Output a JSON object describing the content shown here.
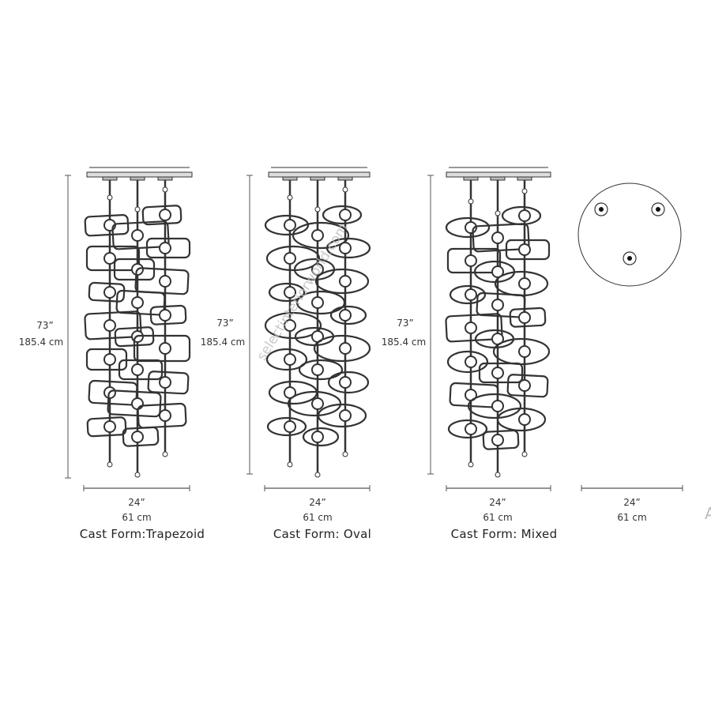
{
  "fixtures": [
    {
      "height_in": "73”",
      "height_cm": "185.4 cm",
      "width_in": "24”",
      "width_cm": "61 cm",
      "caption": "Cast Form:Trapezoid",
      "shape": "rect"
    },
    {
      "height_in": "73”",
      "height_cm": "185.4 cm",
      "width_in": "24”",
      "width_cm": "61 cm",
      "caption": "Cast Form: Oval",
      "shape": "oval"
    },
    {
      "height_in": "73”",
      "height_cm": "185.4 cm",
      "width_in": "24”",
      "width_cm": "61 cm",
      "caption": "Cast Form: Mixed",
      "shape": "mixed"
    }
  ],
  "canopy": {
    "width_in": "24”",
    "width_cm": "61 cm",
    "ports": 3
  },
  "watermark": "selectinteriorworld.com",
  "line_color": "#333333"
}
